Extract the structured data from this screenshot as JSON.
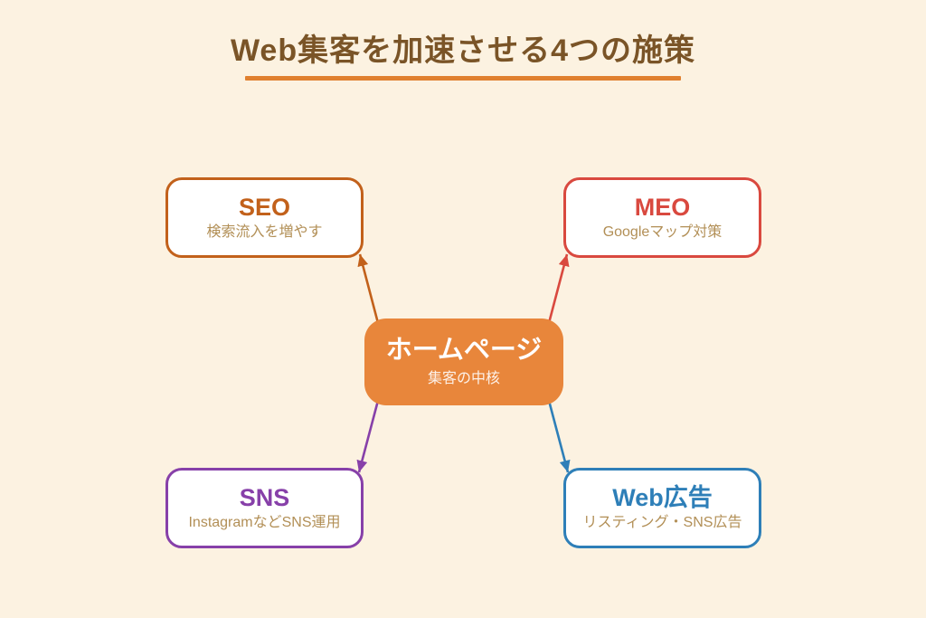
{
  "title": {
    "text": "Web集客を加速させる4つの施策"
  },
  "center": {
    "label": "ホームページ",
    "sublabel": "集客の中核",
    "fill": "#E8863B"
  },
  "nodes": [
    {
      "id": "seo",
      "label": "SEO",
      "sublabel": "検索流入を増やす",
      "color": "#C2611B"
    },
    {
      "id": "meo",
      "label": "MEO",
      "sublabel": "Googleマップ対策",
      "color": "#D9493F"
    },
    {
      "id": "sns",
      "label": "SNS",
      "sublabel": "InstagramなどSNS運用",
      "color": "#8740A9"
    },
    {
      "id": "web_ad",
      "label": "Web広告",
      "sublabel": "リスティング・SNS広告",
      "color": "#2E7FB8"
    }
  ],
  "colors": {
    "background": "#FCF2E1",
    "title_text": "#7A5427",
    "underline": "#E0802F",
    "subtext": "#B28F56"
  }
}
